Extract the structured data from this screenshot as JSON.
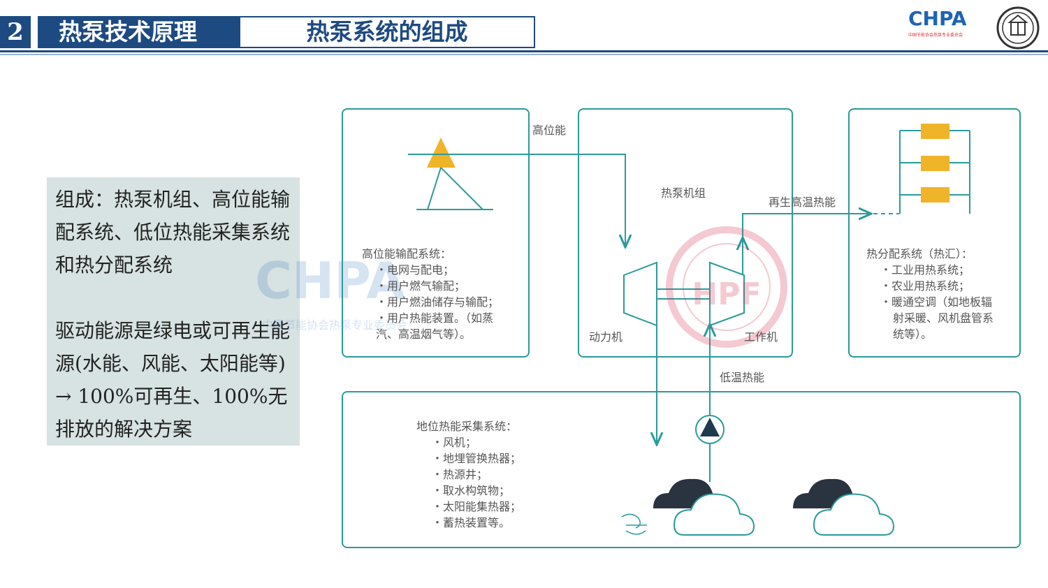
{
  "header": {
    "section_number": "2",
    "title": "热泵技术原理",
    "subtitle": "热泵系统的组成",
    "logo_text": "CHPA",
    "logo_caption": "中国节能协会热泵专业委员会"
  },
  "summary": {
    "para1": "组成：热泵机组、高位能输配系统、低位热能采集系统和热分配系统",
    "para2": "驱动能源是绿电或可再生能源(水能、风能、太阳能等) → 100%可再生、100%无排放的解决方案"
  },
  "diagram": {
    "label_high_energy": "高位能",
    "label_unit": "热泵机组",
    "label_regen": "再生高温热能",
    "label_low_temp": "低温热能",
    "label_engine": "动力机",
    "label_worker": "工作机",
    "high_system": {
      "title": "高位能输配系统：",
      "items": [
        "・电网与配电；",
        "・用户燃气输配；",
        "・用户燃油储存与输配；",
        "・用户热能装置。（如蒸",
        "汽、高温烟气等）。"
      ]
    },
    "heat_dist": {
      "title": "热分配系统（热汇）：",
      "items": [
        "・工业用热系统；",
        "・农业用热系统；",
        "・暖通空调（如地板辐",
        "射采暖、风机盘管系",
        "统等）。"
      ]
    },
    "low_system": {
      "title": "地位热能采集系统：",
      "items": [
        "・风机；",
        "・地埋管换热器；",
        "・热源井；",
        "・取水构筑物；",
        "・太阳能集热器；",
        "・蓄热装置等。"
      ]
    },
    "watermark": "HPF"
  },
  "colors": {
    "header_blue": "#1e4a82",
    "teal": "#2b9a9a",
    "gold": "#f0b429",
    "summary_bg": "#d7e2e2"
  }
}
